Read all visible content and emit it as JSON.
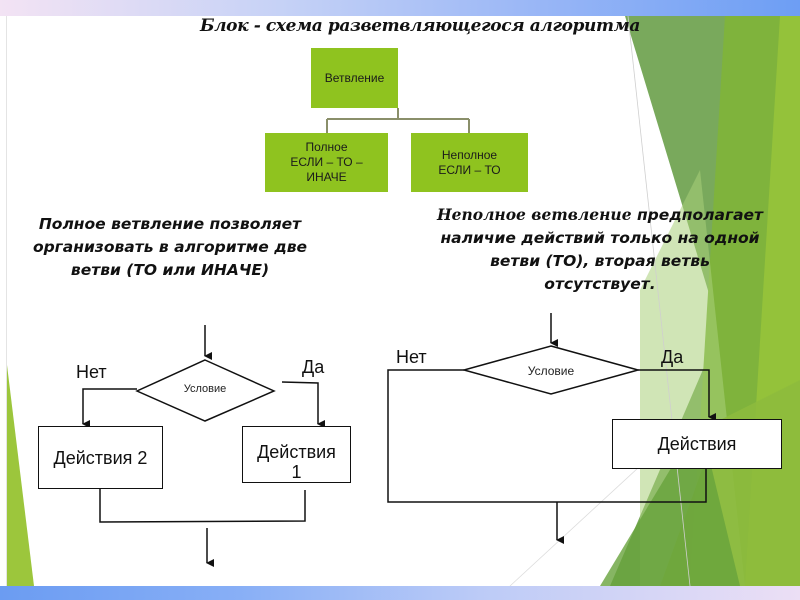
{
  "slide": {
    "title": "Блок - схема разветвляющегося алгоритма",
    "accent_color": "#8fc31f",
    "hierarchy": {
      "root": "Ветвление",
      "children": [
        {
          "line1": "Полное",
          "line2": "ЕСЛИ – ТО –",
          "line3": "ИНАЧЕ"
        },
        {
          "line1": "Неполное",
          "line2": "ЕСЛИ – ТО"
        }
      ]
    },
    "full_branch": {
      "description_lines": [
        "Полное ветвление позволяет",
        "организовать в алгоритме две",
        "ветви (ТО или ИНАЧЕ)"
      ],
      "condition": "Условие",
      "no_label": "Нет",
      "yes_label": "Да",
      "action_no": "Действия 2",
      "action_yes_line1": "Действия",
      "action_yes_line2": "1"
    },
    "partial_branch": {
      "description_first_serif": "Неполное ветвление",
      "description_first_rest": " предполагает",
      "description_lines": [
        "наличие действий только на одной",
        "ветви (ТО), вторая ветвь",
        "отсутствует."
      ],
      "condition": "Условие",
      "no_label": "Нет",
      "yes_label": "Да",
      "action": "Действия"
    }
  }
}
